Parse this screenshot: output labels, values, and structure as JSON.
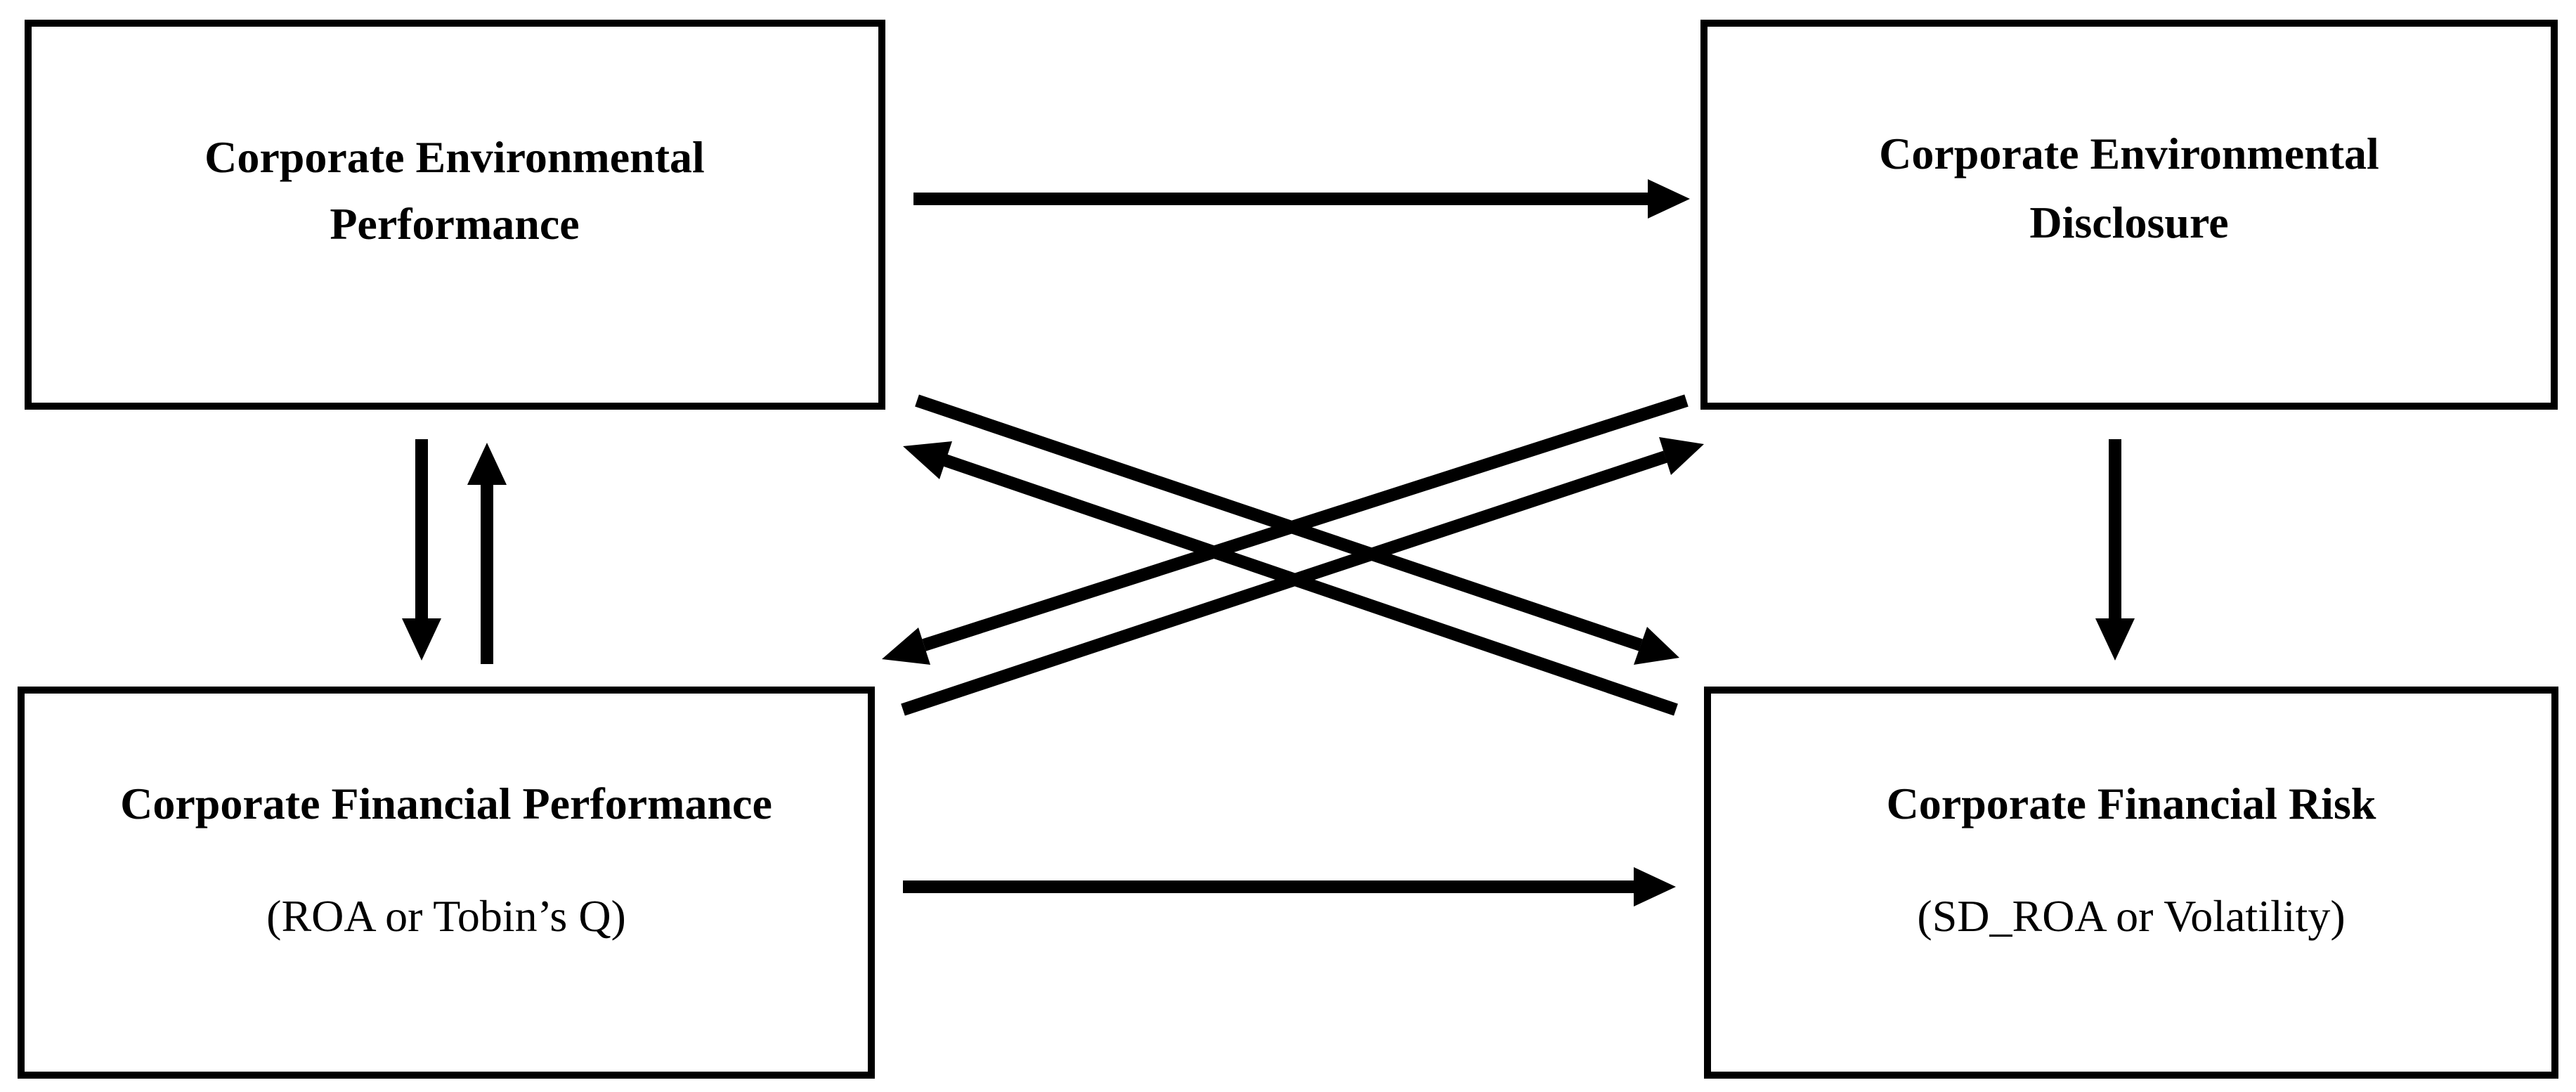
{
  "nodes": {
    "env_performance": {
      "title_line1": "Corporate Environmental",
      "title_line2": "Performance"
    },
    "env_disclosure": {
      "title_line1": "Corporate Environmental",
      "title_line2": "Disclosure"
    },
    "fin_performance": {
      "title": "Corporate Financial Performance",
      "subtitle": "(ROA or Tobin’s Q)"
    },
    "fin_risk": {
      "title": "Corporate Financial Risk",
      "subtitle": "(SD_ROA or Volatility)"
    }
  },
  "edges": [
    {
      "from": "Corporate Environmental Performance",
      "to": "Corporate Environmental Disclosure"
    },
    {
      "from": "Corporate Environmental Performance",
      "to": "Corporate Financial Performance"
    },
    {
      "from": "Corporate Financial Performance",
      "to": "Corporate Environmental Performance"
    },
    {
      "from": "Corporate Environmental Performance",
      "to": "Corporate Financial Risk"
    },
    {
      "from": "Corporate Financial Risk",
      "to": "Corporate Environmental Performance"
    },
    {
      "from": "Corporate Environmental Disclosure",
      "to": "Corporate Financial Performance"
    },
    {
      "from": "Corporate Financial Performance",
      "to": "Corporate Environmental Disclosure"
    },
    {
      "from": "Corporate Environmental Disclosure",
      "to": "Corporate Financial Risk"
    },
    {
      "from": "Corporate Financial Performance",
      "to": "Corporate Financial Risk"
    }
  ],
  "colors": {
    "stroke": "#000000",
    "background": "#ffffff"
  }
}
